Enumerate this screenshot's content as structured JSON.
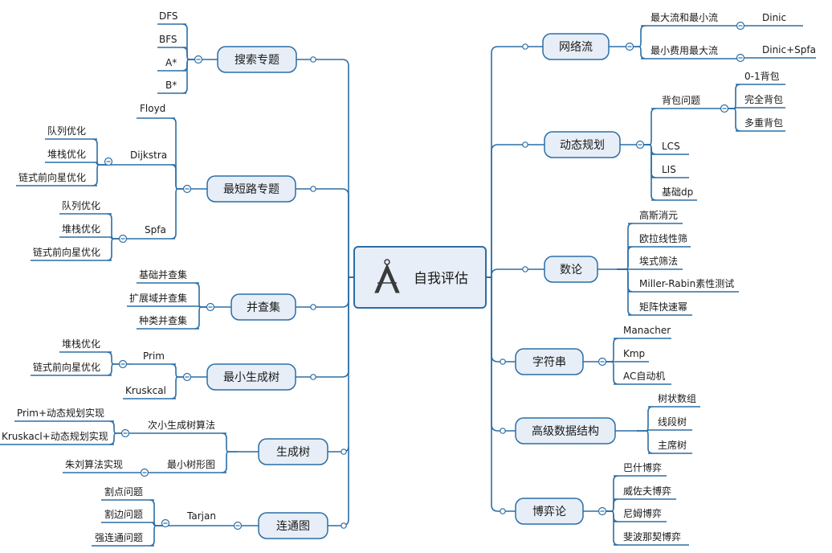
{
  "center": {
    "label": "自我评估"
  },
  "left": [
    {
      "label": "搜索专题",
      "children": [
        {
          "label": "DFS"
        },
        {
          "label": "BFS"
        },
        {
          "label": "A*"
        },
        {
          "label": "B*"
        }
      ]
    },
    {
      "label": "最短路专题",
      "children": [
        {
          "label": "Floyd"
        },
        {
          "label": "Dijkstra",
          "children": [
            {
              "label": "队列优化"
            },
            {
              "label": "堆栈优化"
            },
            {
              "label": "链式前向星优化"
            }
          ]
        },
        {
          "label": "Spfa",
          "children": [
            {
              "label": "队列优化"
            },
            {
              "label": "堆栈优化"
            },
            {
              "label": "链式前向星优化"
            }
          ]
        }
      ]
    },
    {
      "label": "并查集",
      "children": [
        {
          "label": "基础并查集"
        },
        {
          "label": "扩展域并查集"
        },
        {
          "label": "种类并查集"
        }
      ]
    },
    {
      "label": "最小生成树",
      "children": [
        {
          "label": "Prim",
          "children": [
            {
              "label": "堆栈优化"
            },
            {
              "label": "链式前向星优化"
            }
          ]
        },
        {
          "label": "Kruskcal"
        }
      ]
    },
    {
      "label": "生成树",
      "children": [
        {
          "label": "次小生成树算法",
          "children": [
            {
              "label": "Prim+动态规划实现"
            },
            {
              "label": "Kruskacl+动态规划实现"
            }
          ]
        },
        {
          "label": "最小树形图",
          "children": [
            {
              "label": "朱刘算法实现"
            }
          ]
        }
      ]
    },
    {
      "label": "连通图",
      "children": [
        {
          "label": "Tarjan",
          "children": [
            {
              "label": "割点问题"
            },
            {
              "label": "割边问题"
            },
            {
              "label": "强连通问题"
            }
          ]
        }
      ]
    }
  ],
  "right": [
    {
      "label": "网络流",
      "children": [
        {
          "label": "最大流和最小流",
          "children": [
            {
              "label": "Dinic"
            }
          ]
        },
        {
          "label": "最小费用最大流",
          "children": [
            {
              "label": "Dinic+Spfa"
            }
          ]
        }
      ]
    },
    {
      "label": "动态规划",
      "children": [
        {
          "label": "背包问题",
          "children": [
            {
              "label": "0-1背包"
            },
            {
              "label": "完全背包"
            },
            {
              "label": "多重背包"
            }
          ]
        },
        {
          "label": "LCS"
        },
        {
          "label": "LIS"
        },
        {
          "label": "基础dp"
        }
      ]
    },
    {
      "label": "数论",
      "children": [
        {
          "label": "高斯消元"
        },
        {
          "label": "欧拉线性筛"
        },
        {
          "label": "埃式筛法"
        },
        {
          "label": "Miller-Rabin素性测试"
        },
        {
          "label": "矩阵快速幂"
        }
      ]
    },
    {
      "label": "字符串",
      "children": [
        {
          "label": "Manacher"
        },
        {
          "label": "Kmp"
        },
        {
          "label": "AC自动机"
        }
      ]
    },
    {
      "label": "高级数据结构",
      "children": [
        {
          "label": "树状数组"
        },
        {
          "label": "线段树"
        },
        {
          "label": "主席树"
        }
      ]
    },
    {
      "label": "博弈论",
      "children": [
        {
          "label": "巴什博弈"
        },
        {
          "label": "威佐夫博弈"
        },
        {
          "label": "尼姆博弈"
        },
        {
          "label": "斐波那契博弈"
        }
      ]
    }
  ],
  "colors": {
    "line": "#2b6ea6",
    "topic_fill": "#e7eef7",
    "topic_stroke": "#2b6ea6",
    "icon": "#3a3a3a"
  }
}
